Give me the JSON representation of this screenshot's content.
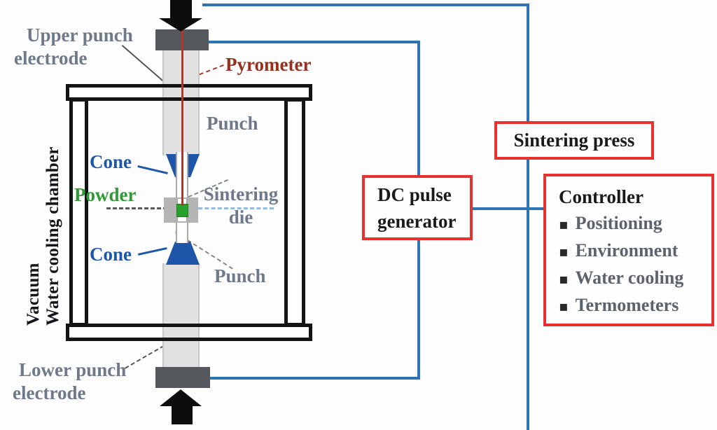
{
  "colors": {
    "connection_blue": "#2e74b5",
    "box_border_red": "#e8302e",
    "label_gray": "#6e7a89",
    "pyrometer_red": "#96301f",
    "cone_blue": "#1c57a8",
    "powder_green": "#2f9a35",
    "chamber_text": "#15151c"
  },
  "labels": {
    "upper_electrode": "Upper punch\nelectrode",
    "pyrometer": "Pyrometer",
    "punch_upper": "Punch",
    "cone_upper": "Cone",
    "powder": "Powder",
    "sintering_die": "Sintering\ndie",
    "cone_lower": "Cone",
    "punch_lower": "Punch",
    "lower_electrode": "Lower punch\nelectrode",
    "chamber": "Vacuum\nWater cooling chamber"
  },
  "boxes": {
    "sintering_press": {
      "label": "Sintering press"
    },
    "dc_pulse": {
      "label": "DC pulse\ngenerator"
    },
    "controller": {
      "title": "Controller",
      "bullet": "▪",
      "items": [
        "Positioning",
        "Environment",
        "Water cooling",
        "Termometers"
      ]
    }
  }
}
